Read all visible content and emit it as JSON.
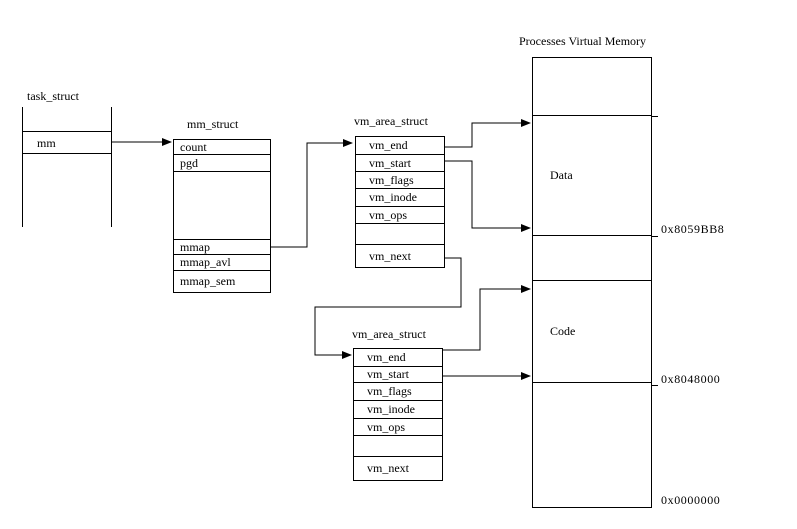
{
  "colors": {
    "line": "#000000",
    "background": "#ffffff"
  },
  "task_struct": {
    "title": "task_struct",
    "fields": [
      "mm"
    ]
  },
  "mm_struct": {
    "title": "mm_struct",
    "fields": [
      "count",
      "pgd",
      "mmap",
      "mmap_avl",
      "mmap_sem"
    ]
  },
  "vm_area_1": {
    "title": "vm_area_struct",
    "fields": [
      "vm_end",
      "vm_start",
      "vm_flags",
      "vm_inode",
      "vm_ops",
      "vm_next"
    ]
  },
  "vm_area_2": {
    "title": "vm_area_struct",
    "fields": [
      "vm_end",
      "vm_start",
      "vm_flags",
      "vm_inode",
      "vm_ops",
      "vm_next"
    ]
  },
  "memory": {
    "title": "Processes Virtual Memory",
    "regions": [
      "Data",
      "Code"
    ],
    "addresses": [
      "0x8059BB8",
      "0x8048000",
      "0x0000000"
    ]
  }
}
